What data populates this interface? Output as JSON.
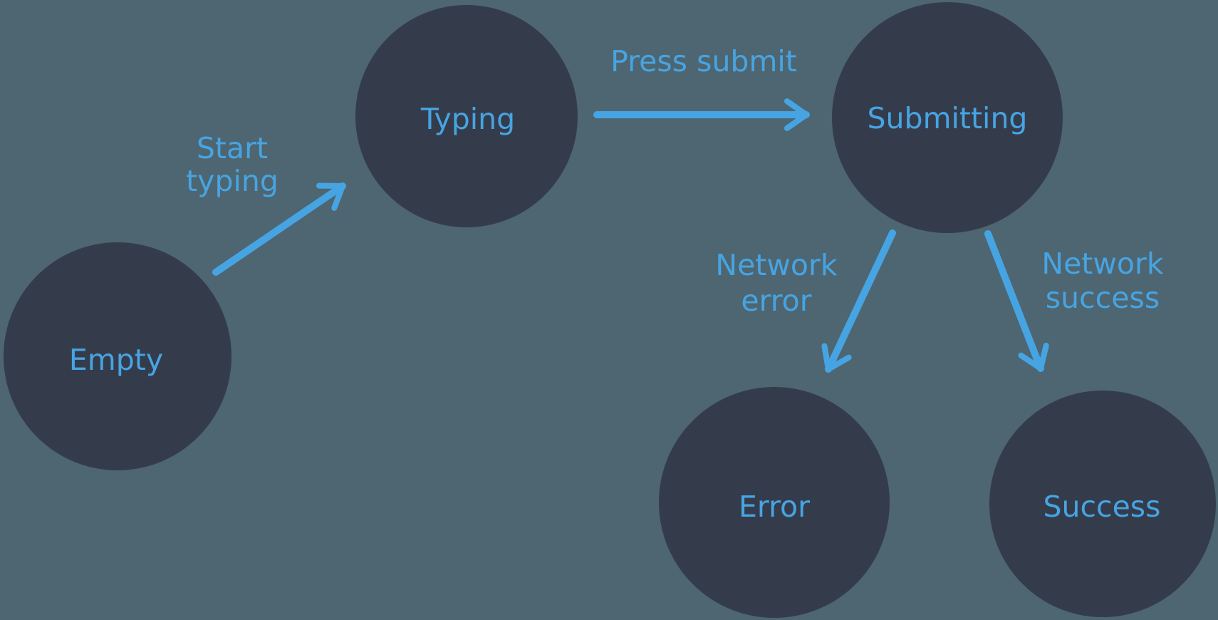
{
  "colors": {
    "background": "#4d6671",
    "node_fill": "#343c4b",
    "accent": "#47a4e3"
  },
  "diagram": {
    "type": "state-machine",
    "nodes": [
      {
        "id": "empty",
        "label": "Empty"
      },
      {
        "id": "typing",
        "label": "Typing"
      },
      {
        "id": "submitting",
        "label": "Submitting"
      },
      {
        "id": "error",
        "label": "Error"
      },
      {
        "id": "success",
        "label": "Success"
      }
    ],
    "edges": [
      {
        "from": "empty",
        "to": "typing",
        "label_lines": [
          "Start",
          "typing"
        ]
      },
      {
        "from": "typing",
        "to": "submitting",
        "label_lines": [
          "Press submit"
        ]
      },
      {
        "from": "submitting",
        "to": "error",
        "label_lines": [
          "Network",
          "error"
        ]
      },
      {
        "from": "submitting",
        "to": "success",
        "label_lines": [
          "Network",
          "success"
        ]
      }
    ]
  }
}
